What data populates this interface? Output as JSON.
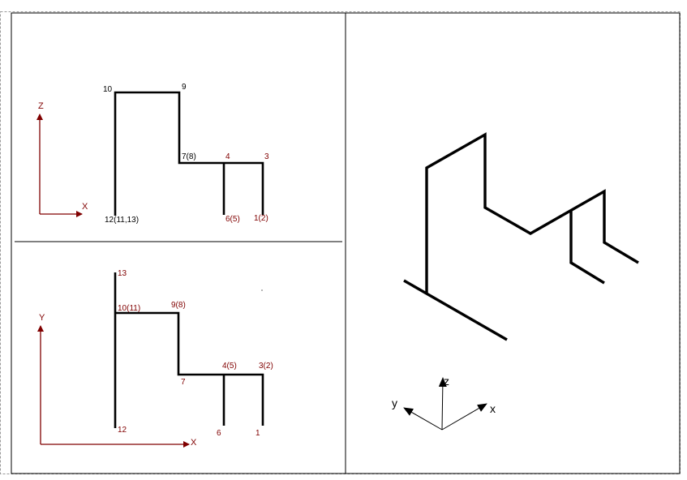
{
  "colors": {
    "line": "#000000",
    "axis": "#800000",
    "label_dark": "#000000",
    "label_red": "#800000",
    "frame": "#000000",
    "dashed_border": "#999999"
  },
  "front_view": {
    "axis_labels": {
      "vertical": "Z",
      "horizontal": "X"
    },
    "labels": {
      "p10": "10",
      "p9": "9",
      "p7": "7(8)",
      "p4": "4",
      "p3": "3",
      "p12": "12(11,13)",
      "p6": "6(5)",
      "p1": "1(2)"
    }
  },
  "top_view": {
    "axis_labels": {
      "vertical": "Y",
      "horizontal": "X"
    },
    "labels": {
      "p13": "13",
      "p10": "10(11)",
      "p9": "9(8)",
      "p4": "4(5)",
      "p3": "3(2)",
      "p7": "7",
      "p12": "12",
      "p6": "6",
      "p1": "1"
    }
  },
  "iso_view": {
    "axis_labels": {
      "z": "z",
      "y": "y",
      "x": "x"
    }
  }
}
